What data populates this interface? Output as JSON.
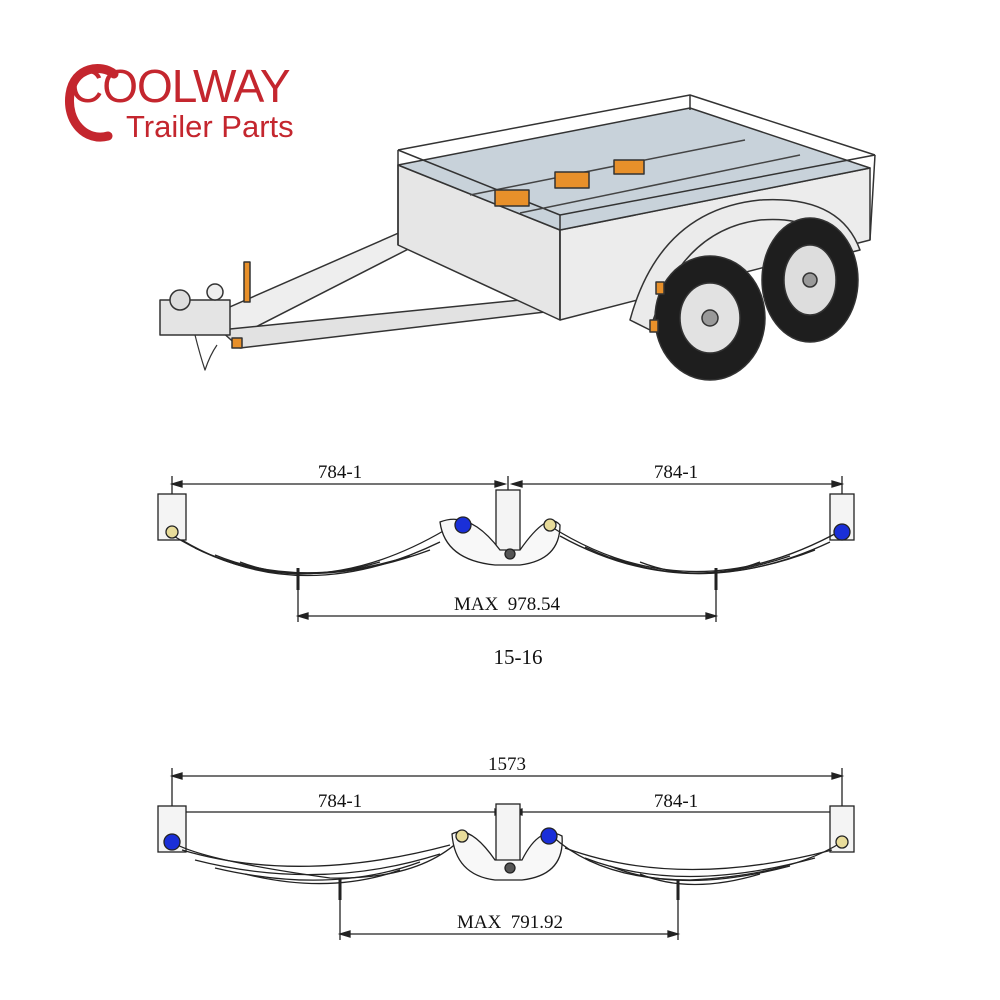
{
  "brand": {
    "logo_text": "COOLWAY",
    "logo_subtext": "Trailer Parts",
    "color": "#c4262e"
  },
  "diagram_top": {
    "left_dimension": "784-1",
    "right_dimension": "784-1",
    "bottom_dimension": "MAX  978.54",
    "caption": "15-16"
  },
  "diagram_bottom": {
    "overall_dimension": "1573",
    "left_dimension": "784-1",
    "right_dimension": "784-1",
    "bottom_dimension": "MAX  791.92"
  },
  "colors": {
    "frame": "#eeeeee",
    "deck": "#c8d2da",
    "suspension": "#e8902a",
    "tyre": "#1e1e1e",
    "bushing_blue": "#1a2fd8",
    "bushing_yellow": "#e8dc9a",
    "line": "#222222"
  }
}
